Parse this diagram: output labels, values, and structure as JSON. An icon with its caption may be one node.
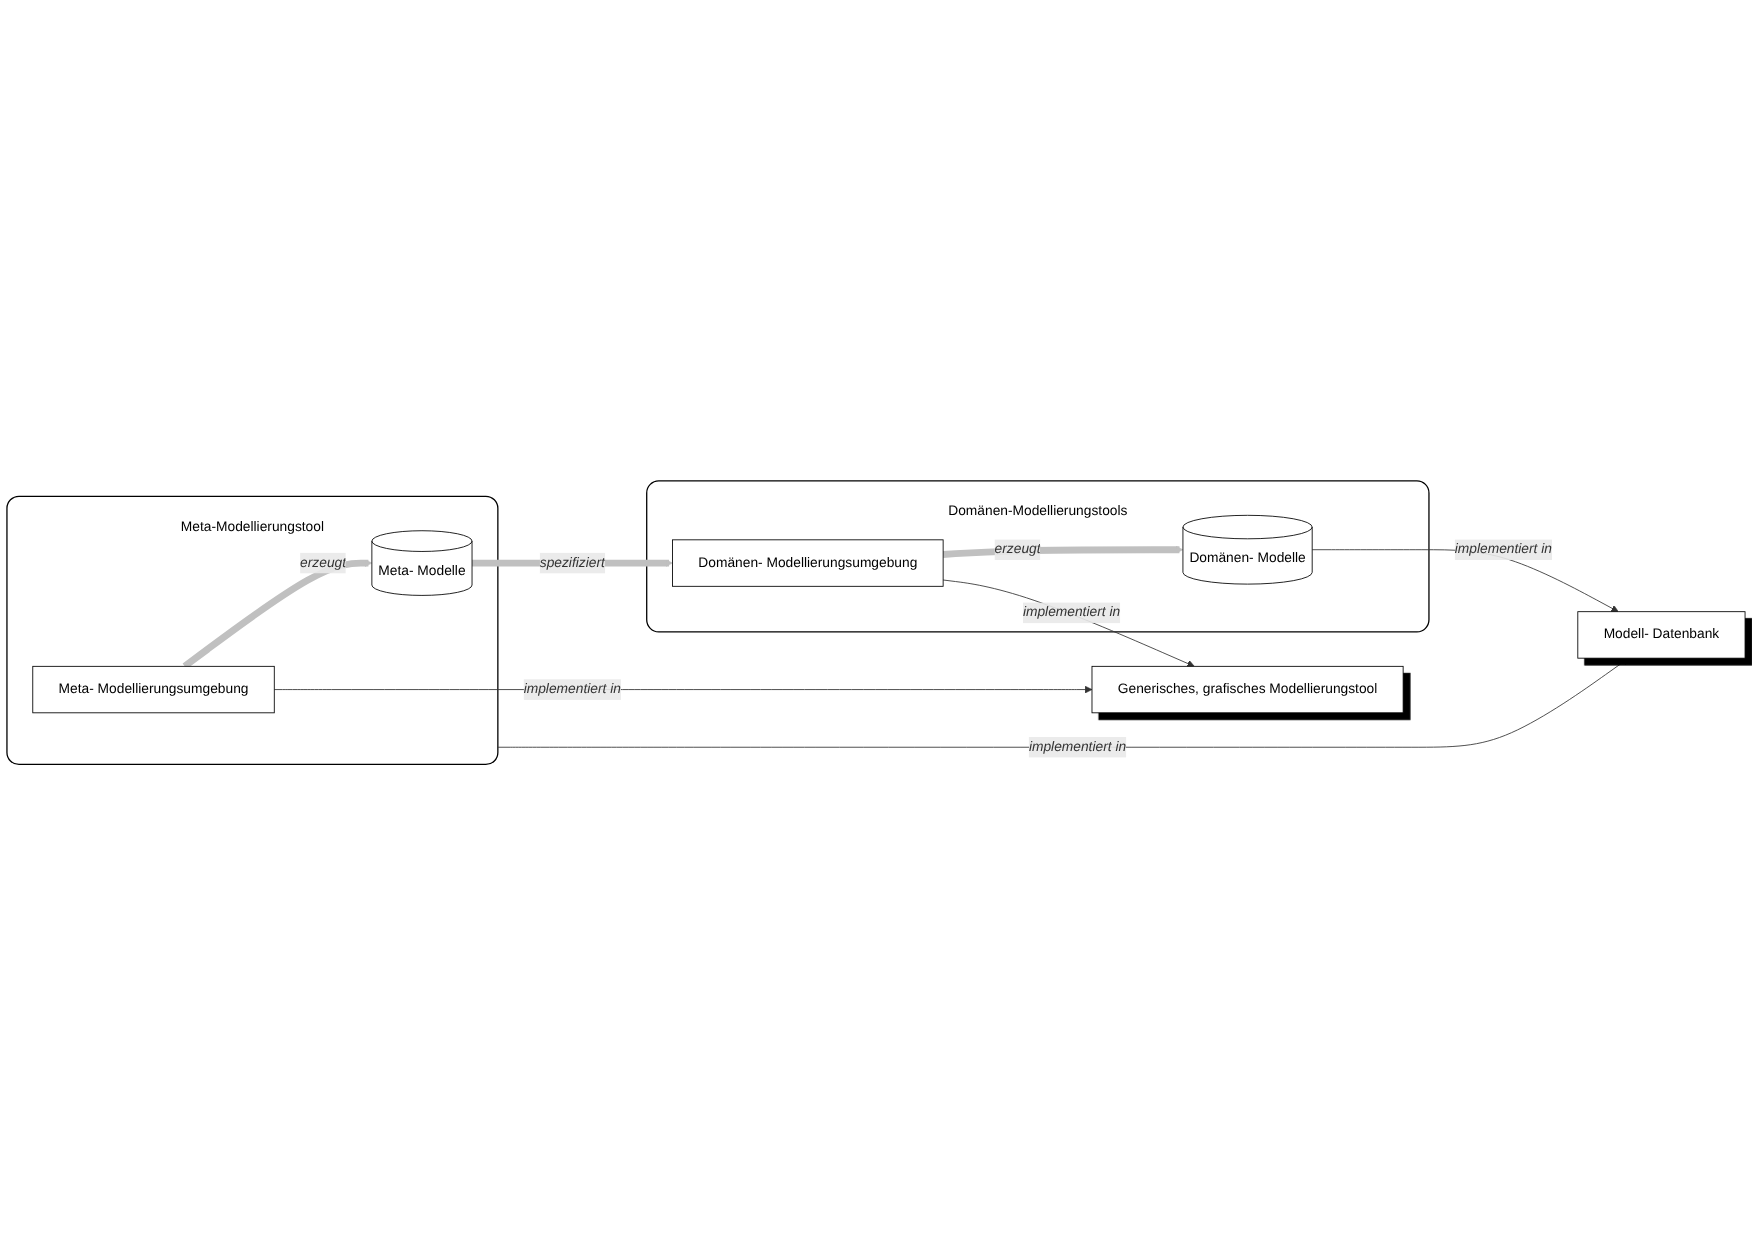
{
  "diagram": {
    "nodes": [
      {
        "text": [
          "Meta-Modellierungstool"
        ]
      },
      {
        "text": [
          "Meta- Modellierungsumgebung"
        ],
        "in": 0
      },
      {
        "text": [
          "Meta- Modelle"
        ],
        "in": 0
      },
      {
        "text": [
          "Generisches, grafisches Modellierungstool"
        ]
      },
      {
        "text": [
          "Domänen-Modellierungstools"
        ]
      },
      {
        "text": [
          "Domänen- Modellierungsumgebung"
        ],
        "in": 4
      },
      {
        "text": [
          "Domänen- Modelle"
        ],
        "in": 4
      },
      {
        "text": [
          "Modell- Datenbank"
        ]
      }
    ],
    "edges": [
      {
        "from": 1,
        "to": 3,
        "arrow": "to",
        "label": "implementiert in"
      },
      {
        "from": 1,
        "to": 2,
        "arrow": "to",
        "label": "erzeugt",
        "style": "thick",
        "color": "#c0c0c0"
      },
      {
        "from": 2,
        "to": 5,
        "arrow": "to",
        "label": "spezifiziert",
        "style": "thick",
        "color": "#c0c0c0"
      },
      {
        "from": 0,
        "to": 7,
        "arrow": "to",
        "label": "implementiert in"
      },
      {
        "from": 5,
        "to": 3,
        "arrow": "to",
        "label": "implementiert in"
      },
      {
        "from": 5,
        "to": 6,
        "arrow": "to",
        "label": "erzeugt",
        "style": "thick",
        "color": "#c0c0c0"
      },
      {
        "from": 6,
        "to": 7,
        "arrow": "to",
        "label": "implementiert in"
      }
    ]
  }
}
